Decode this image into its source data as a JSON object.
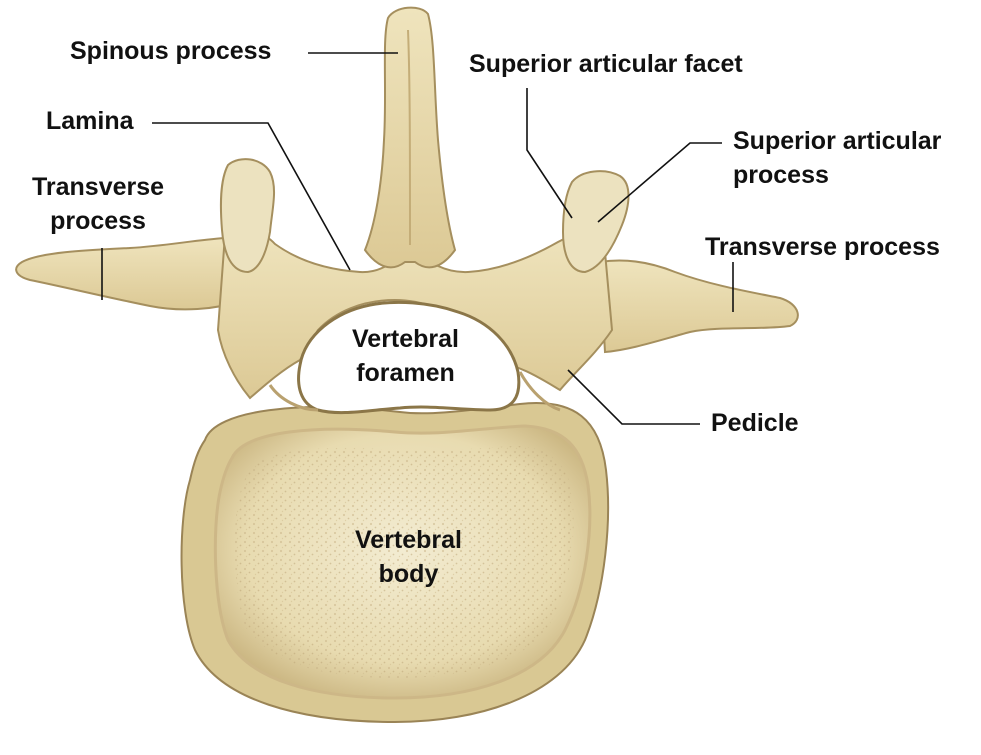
{
  "labels": {
    "spinous_process": "Spinous process",
    "lamina": "Lamina",
    "transverse_process_left": [
      "Transverse",
      "process"
    ],
    "superior_articular_facet": "Superior articular facet",
    "superior_articular_process": [
      "Superior articular",
      "process"
    ],
    "transverse_process_right": "Transverse process",
    "vertebral_foramen": [
      "Vertebral",
      "foramen"
    ],
    "pedicle": "Pedicle",
    "vertebral_body": [
      "Vertebral",
      "body"
    ]
  },
  "colors": {
    "bone_light": "#efe6c4",
    "bone_mid": "#e2d3a4",
    "bone_shadow": "#b8a070",
    "bone_dark": "#7d6a44",
    "leader_line": "#111111",
    "text": "#111111"
  }
}
